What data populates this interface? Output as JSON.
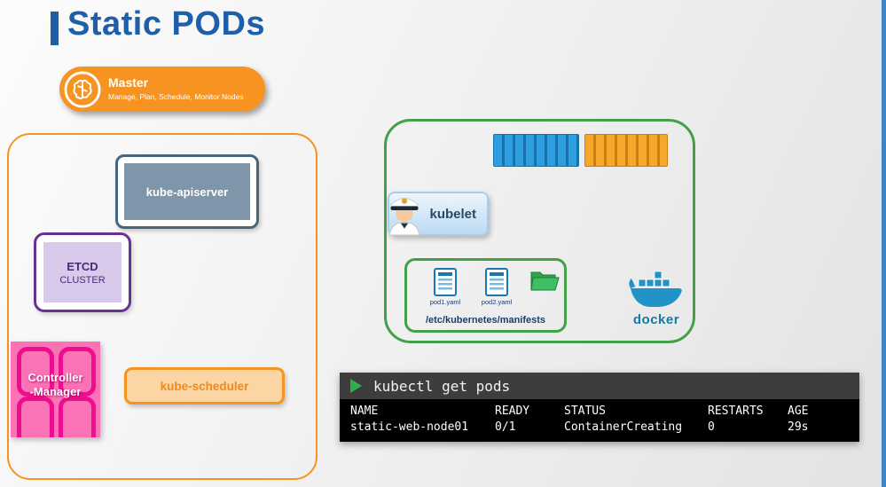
{
  "title": "Static PODs",
  "master": {
    "label": "Master",
    "subtitle": "Manage, Plan, Schedule, Monitor Nodes"
  },
  "control_plane": {
    "kube_apiserver": "kube-apiserver",
    "etcd_line1": "ETCD",
    "etcd_line2": "CLUSTER",
    "controller_line1": "Controller",
    "controller_line2": "-Manager",
    "kube_scheduler": "kube-scheduler"
  },
  "worker": {
    "kubelet": "kubelet",
    "files": [
      "pod1.yaml",
      "pod2.yaml"
    ],
    "path": "/etc/kubernetes/manifests",
    "docker": "docker"
  },
  "terminal": {
    "command": "kubectl get pods",
    "headers": [
      "NAME",
      "READY",
      "STATUS",
      "RESTARTS",
      "AGE"
    ],
    "row": [
      "static-web-node01",
      "0/1",
      "ContainerCreating",
      "0",
      "29s"
    ]
  },
  "icons": {
    "master": "brain-icon",
    "kubelet": "captain-icon",
    "manifest_file": "document-icon",
    "manifest_folder": "folder-icon",
    "runtime": "docker-whale-icon",
    "terminal_run": "play-icon"
  },
  "colors": {
    "title_blue": "#1D5FA8",
    "orange": "#F79421",
    "green": "#43A047",
    "purple": "#6A3093",
    "pink_fill": "#F973B5",
    "magenta": "#EC0E8E",
    "slate": "#7E95AA",
    "docker_blue": "#2193C6",
    "terminal_header": "#3D3D3D",
    "edge_strip_blue": "#3C86C8"
  }
}
